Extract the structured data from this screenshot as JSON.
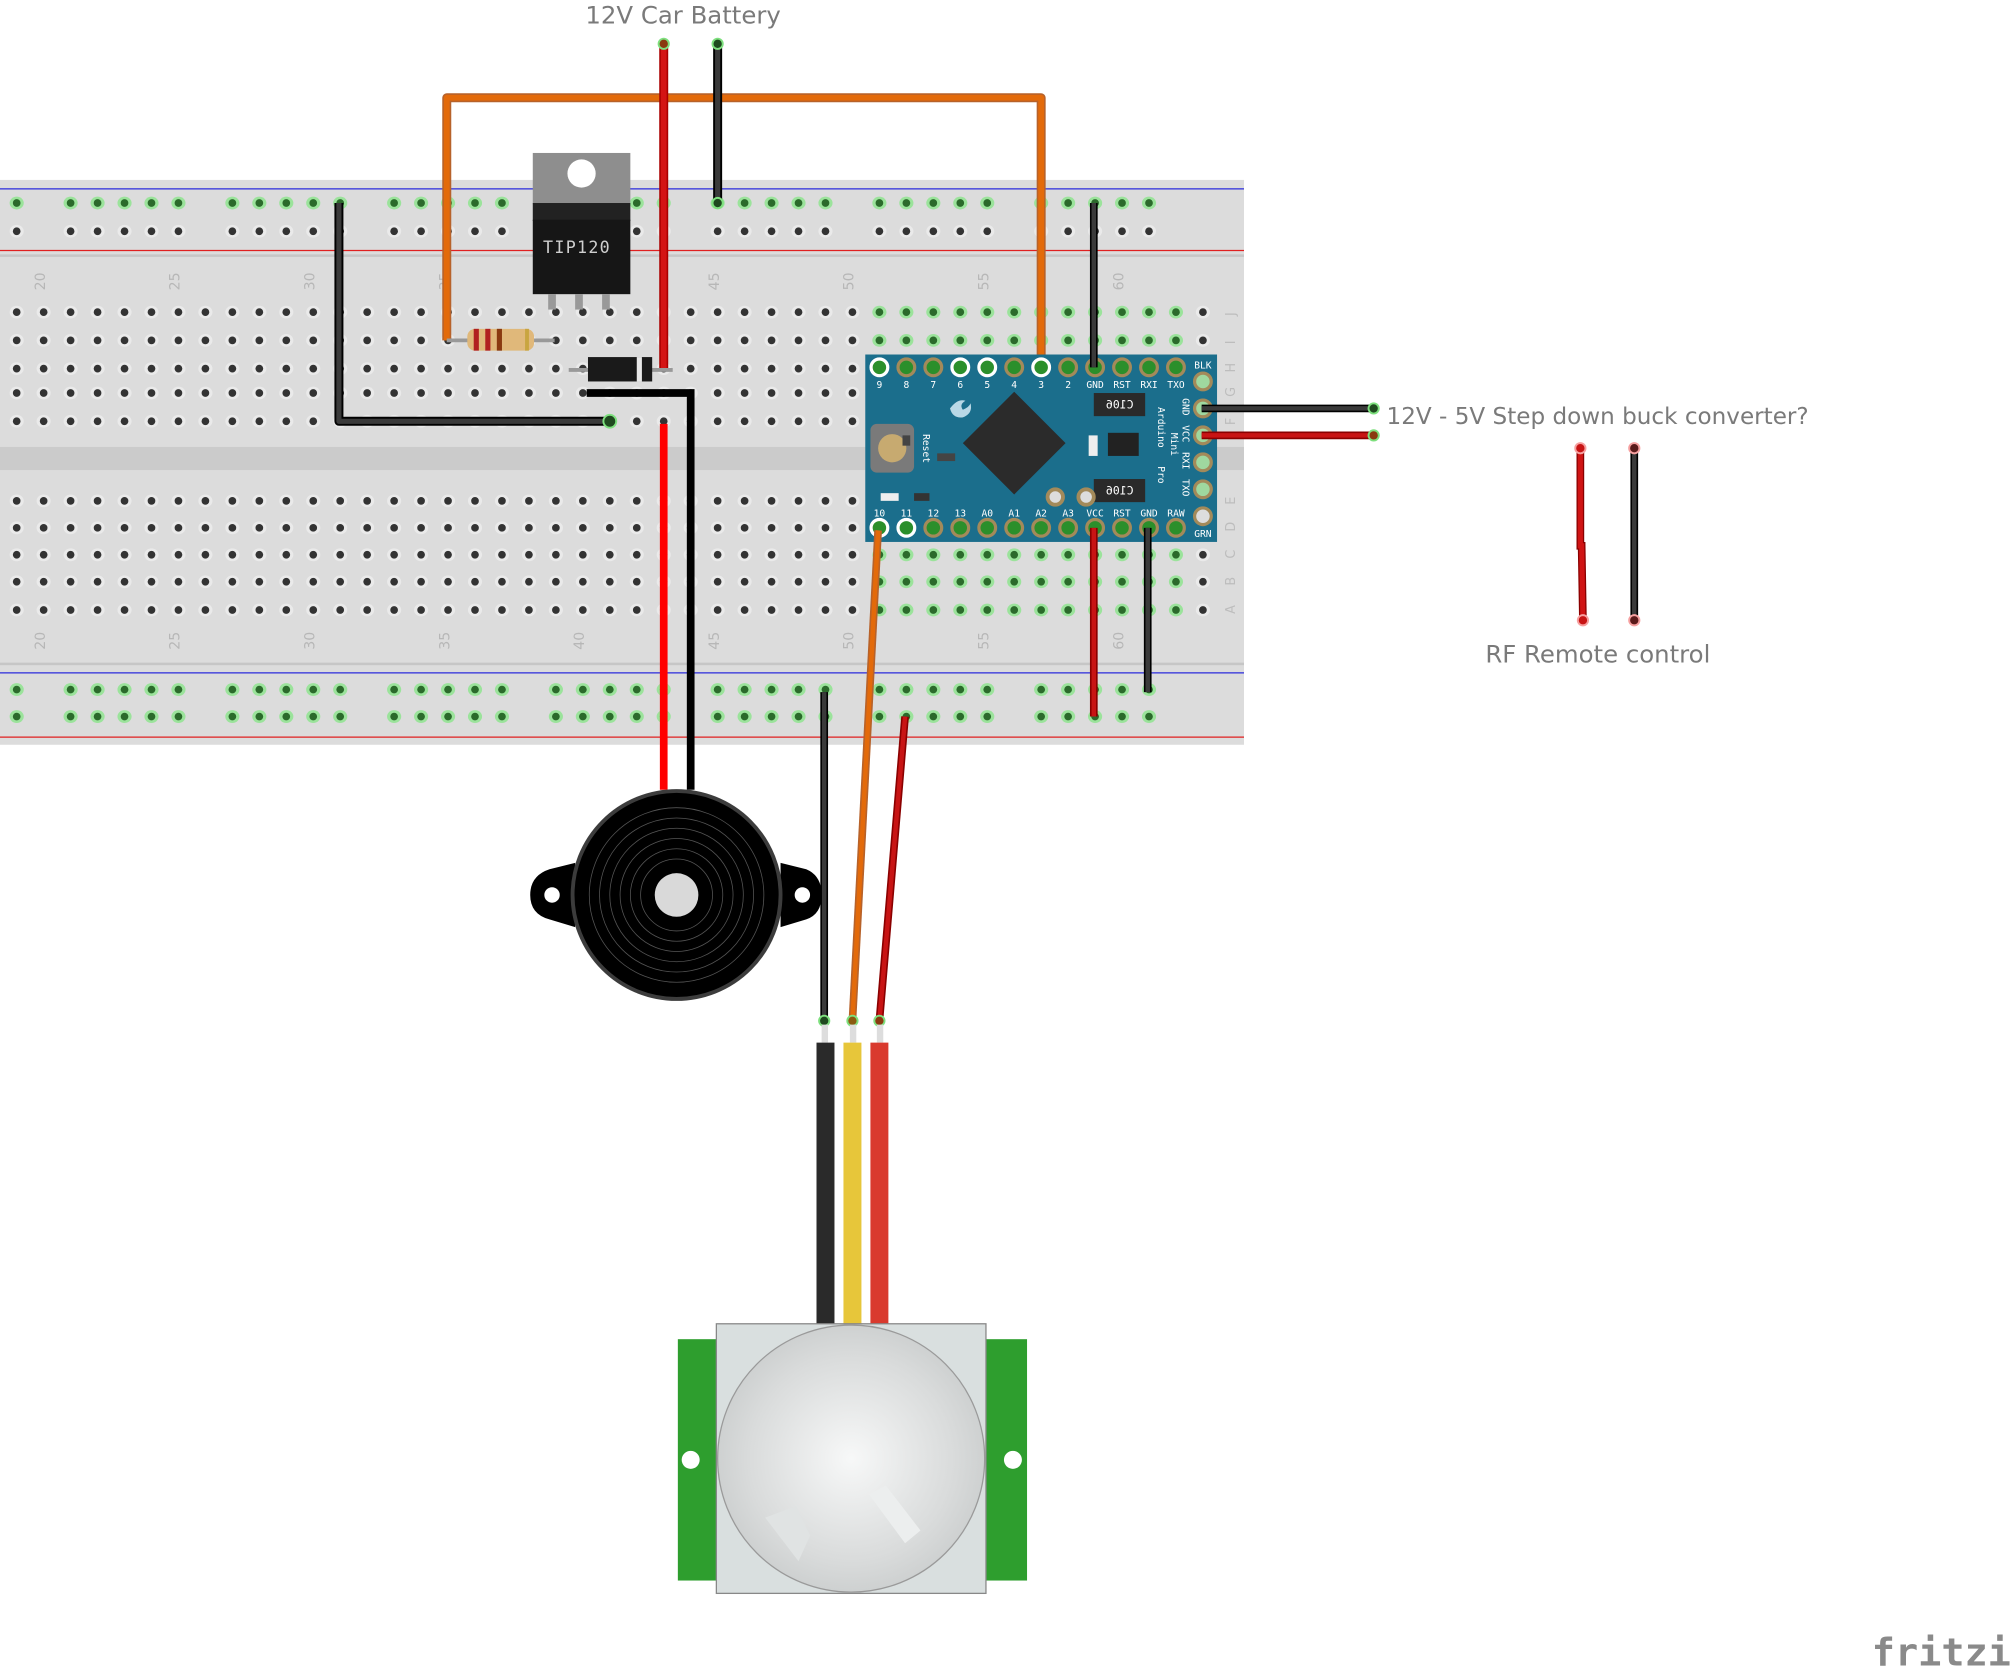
{
  "app": "Fritzing breadboard view",
  "labels": {
    "battery": "12V Car Battery",
    "buck_converter": "12V - 5V Step down buck converter?",
    "rf_remote": "RF Remote control",
    "watermark": "fritzing"
  },
  "breadboard": {
    "column_numbers": [
      "20",
      "25",
      "30",
      "35",
      "40",
      "45",
      "50",
      "55",
      "60"
    ],
    "row_letters_top": [
      "J",
      "I",
      "H",
      "G",
      "F"
    ],
    "row_letters_bottom": [
      "E",
      "D",
      "C",
      "B",
      "A"
    ],
    "rail_colors": {
      "negative": "#2b2bdb",
      "positive": "#e02020"
    }
  },
  "components": {
    "transistor": {
      "part": "TIP120"
    },
    "resistor": {
      "part": "Resistor"
    },
    "diode": {
      "part": "Diode"
    },
    "buzzer": {
      "part": "Piezo Buzzer"
    },
    "pir": {
      "part": "PIR Motion Sensor"
    },
    "arduino": {
      "name_lines": [
        "Arduino",
        "Mini",
        "Pro"
      ],
      "reset_label": "Reset",
      "cap_label": "C106",
      "top_pins": [
        "9",
        "8",
        "7",
        "6",
        "5",
        "4",
        "3",
        "2",
        "GND",
        "RST",
        "RXI",
        "TXO"
      ],
      "bottom_pins": [
        "10",
        "11",
        "12",
        "13",
        "A0",
        "A1",
        "A2",
        "A3",
        "VCC",
        "RST",
        "GND",
        "RAW"
      ],
      "side_pins": [
        "BLK",
        "GND",
        "VCC",
        "RXI",
        "TXO",
        "GRN"
      ]
    }
  },
  "wire_colors": {
    "red": "#e01010",
    "dark_red": "#c01414",
    "black": "#1a1a1a",
    "orange": "#e36a0a",
    "yellow": "#e7c63a",
    "pcb_blue": "#1b6e8c",
    "pir_green": "#2e9e2e"
  }
}
